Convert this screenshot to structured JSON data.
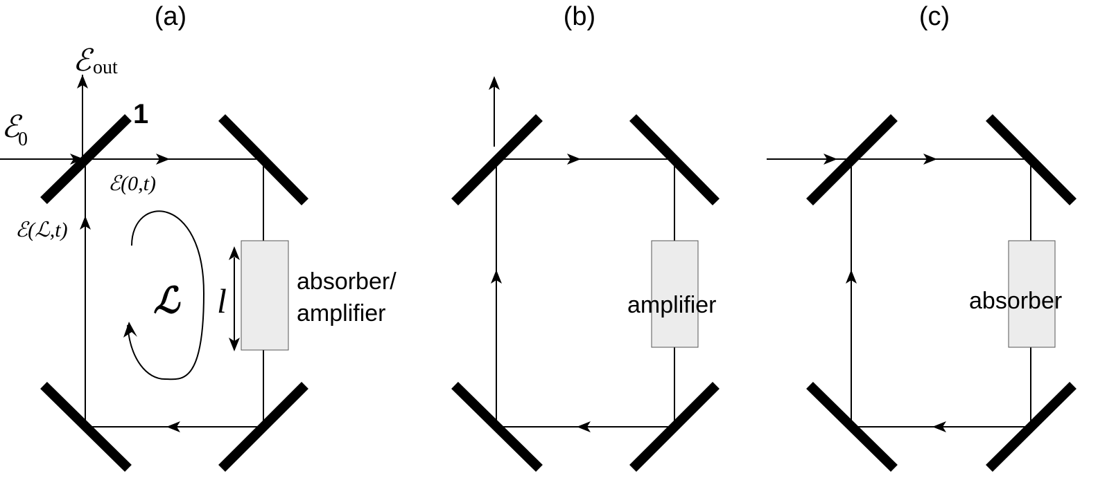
{
  "panels": [
    {
      "id": "a",
      "label": "(a)",
      "medium_text_line1": "absorber/",
      "medium_text_line2": "amplifier",
      "mirror_number": "1",
      "output_field_symbol": "ℰ",
      "output_field_sub": "out",
      "input_field_symbol": "ℰ",
      "input_field_sub": "0",
      "field_start_label": "ℰ(0,t)",
      "field_end_label": "ℰ(ℒ,t)",
      "loop_length_symbol": "ℒ",
      "medium_length_symbol": "l"
    },
    {
      "id": "b",
      "label": "(b)",
      "medium_text": "amplifier"
    },
    {
      "id": "c",
      "label": "(c)",
      "medium_text": "absorber"
    }
  ]
}
